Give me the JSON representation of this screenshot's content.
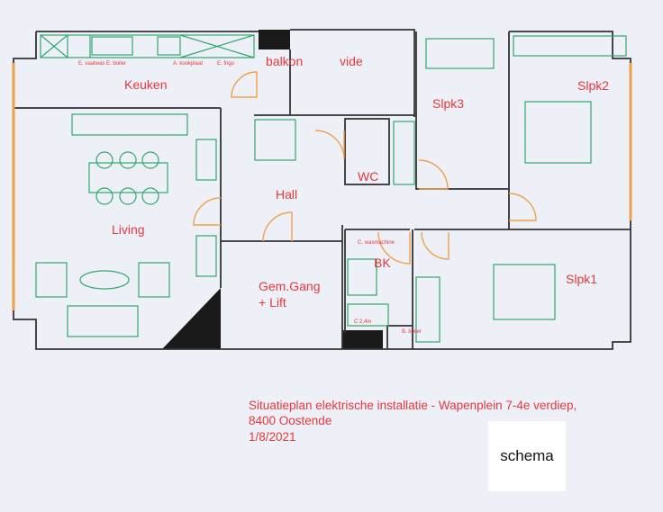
{
  "rooms": {
    "balkon": "balkon",
    "vide": "vide",
    "keuken": "Keuken",
    "living": "Living",
    "hall": "Hall",
    "wc": "WC",
    "slpk3": "Slpk3",
    "slpk2": "Slpk2",
    "slpk1": "Slpk1",
    "bk": "BK",
    "gang_line1": "Gem.Gang",
    "gang_line2": "+ Lift"
  },
  "annotations": {
    "vaatwas": "E. vaatwas",
    "boiler_e": "E. boiler",
    "kookplaat": "A. kookplaat",
    "frigo": "E. frigo",
    "wasmachine": "C. wasmachine",
    "c24": "C 2,4m",
    "boiler_b": "B. boiler"
  },
  "caption": {
    "line1": "Situatieplan elektrische installatie - Wapenplein 7-4e verdiep,",
    "line2": "8400 Oostende",
    "line3": "1/8/2021"
  },
  "stamp": "schema",
  "colors": {
    "walls": "#333333",
    "furniture": "#2fa86a",
    "text": "#e8383c",
    "doors": "#f0a04a"
  }
}
